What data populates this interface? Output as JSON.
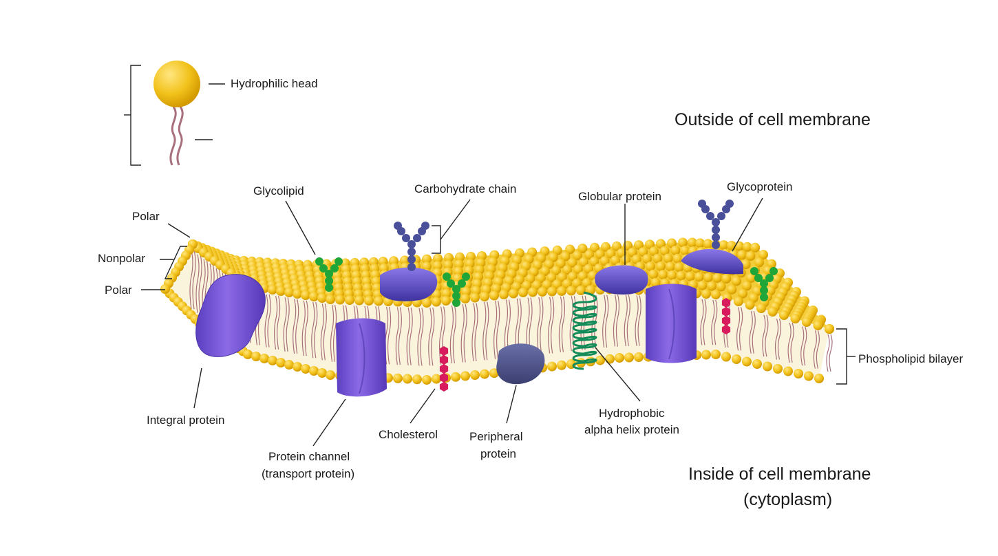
{
  "regions": {
    "outside": "Outside of cell membrane",
    "inside_line1": "Inside of cell membrane",
    "inside_line2": "(cytoplasm)"
  },
  "legend": {
    "head": "Hydrophilic head"
  },
  "labels": {
    "polar_top": "Polar",
    "nonpolar": "Nonpolar",
    "polar_bottom": "Polar",
    "glycolipid": "Glycolipid",
    "carbohydrate_chain": "Carbohydrate chain",
    "globular_protein": "Globular protein",
    "glycoprotein": "Glycoprotein",
    "phospholipid_bilayer": "Phospholipid bilayer",
    "integral_protein": "Integral protein",
    "protein_channel_line1": "Protein channel",
    "protein_channel_line2": "(transport protein)",
    "cholesterol": "Cholesterol",
    "peripheral_line1": "Peripheral",
    "peripheral_line2": "protein",
    "hydrophobic_line1": "Hydrophobic",
    "hydrophobic_line2": "alpha helix protein"
  },
  "colors": {
    "head": "#f2c21b",
    "head_dark": "#d39a00",
    "tail": "#a86f7c",
    "bilayer_fill": "#fbf4dc",
    "protein": "#7b5ad6",
    "protein_dark": "#4b35a8",
    "peripheral": "#4a4f80",
    "carbohydrate": "#4a4f9a",
    "glycolipid": "#1fa538",
    "cholesterol": "#d81b5c",
    "helix": "#148c5a"
  }
}
